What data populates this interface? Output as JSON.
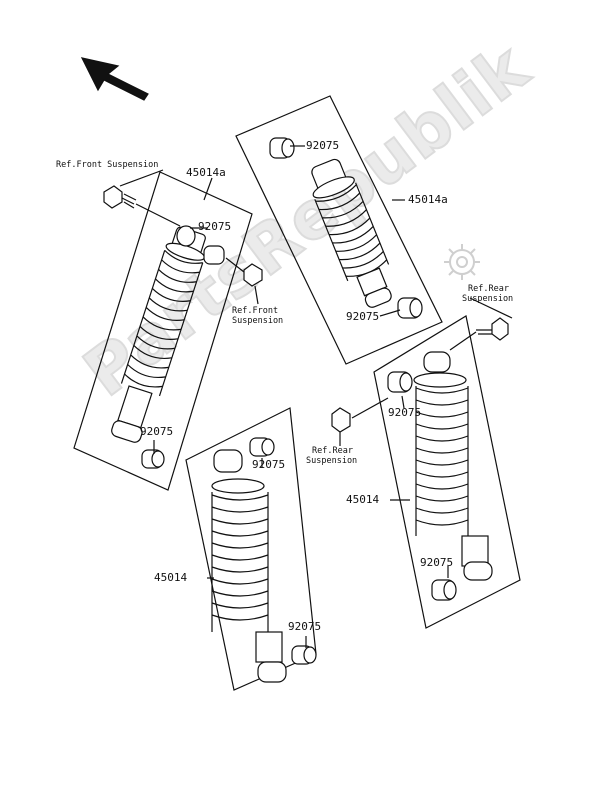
{
  "watermark": "PartsRepublik",
  "colors": {
    "line": "#111111",
    "watermark": "#dcdcdc",
    "background": "#ffffff"
  },
  "icons": {
    "direction": "arrow-up-left-icon",
    "watermark_gear": "gear-icon"
  },
  "labels": {
    "ref_front_suspension_top": "Ref.Front Suspension",
    "ref_front_suspension_nut": [
      "Ref.Front",
      "Suspension"
    ],
    "ref_rear_suspension_right": [
      "Ref.Rear",
      "Suspension"
    ],
    "ref_rear_suspension_nut": [
      "Ref.Rear",
      "Suspension"
    ],
    "part_45014a_left": "45014a",
    "part_45014a_right": "45014a",
    "part_45014_center": "45014",
    "part_45014_right": "45014",
    "part_92075_1": "92075",
    "part_92075_2": "92075",
    "part_92075_3": "92075",
    "part_92075_4": "92075",
    "part_92075_5": "92075",
    "part_92075_6": "92075",
    "part_92075_7": "92075",
    "part_92075_8": "92075"
  }
}
